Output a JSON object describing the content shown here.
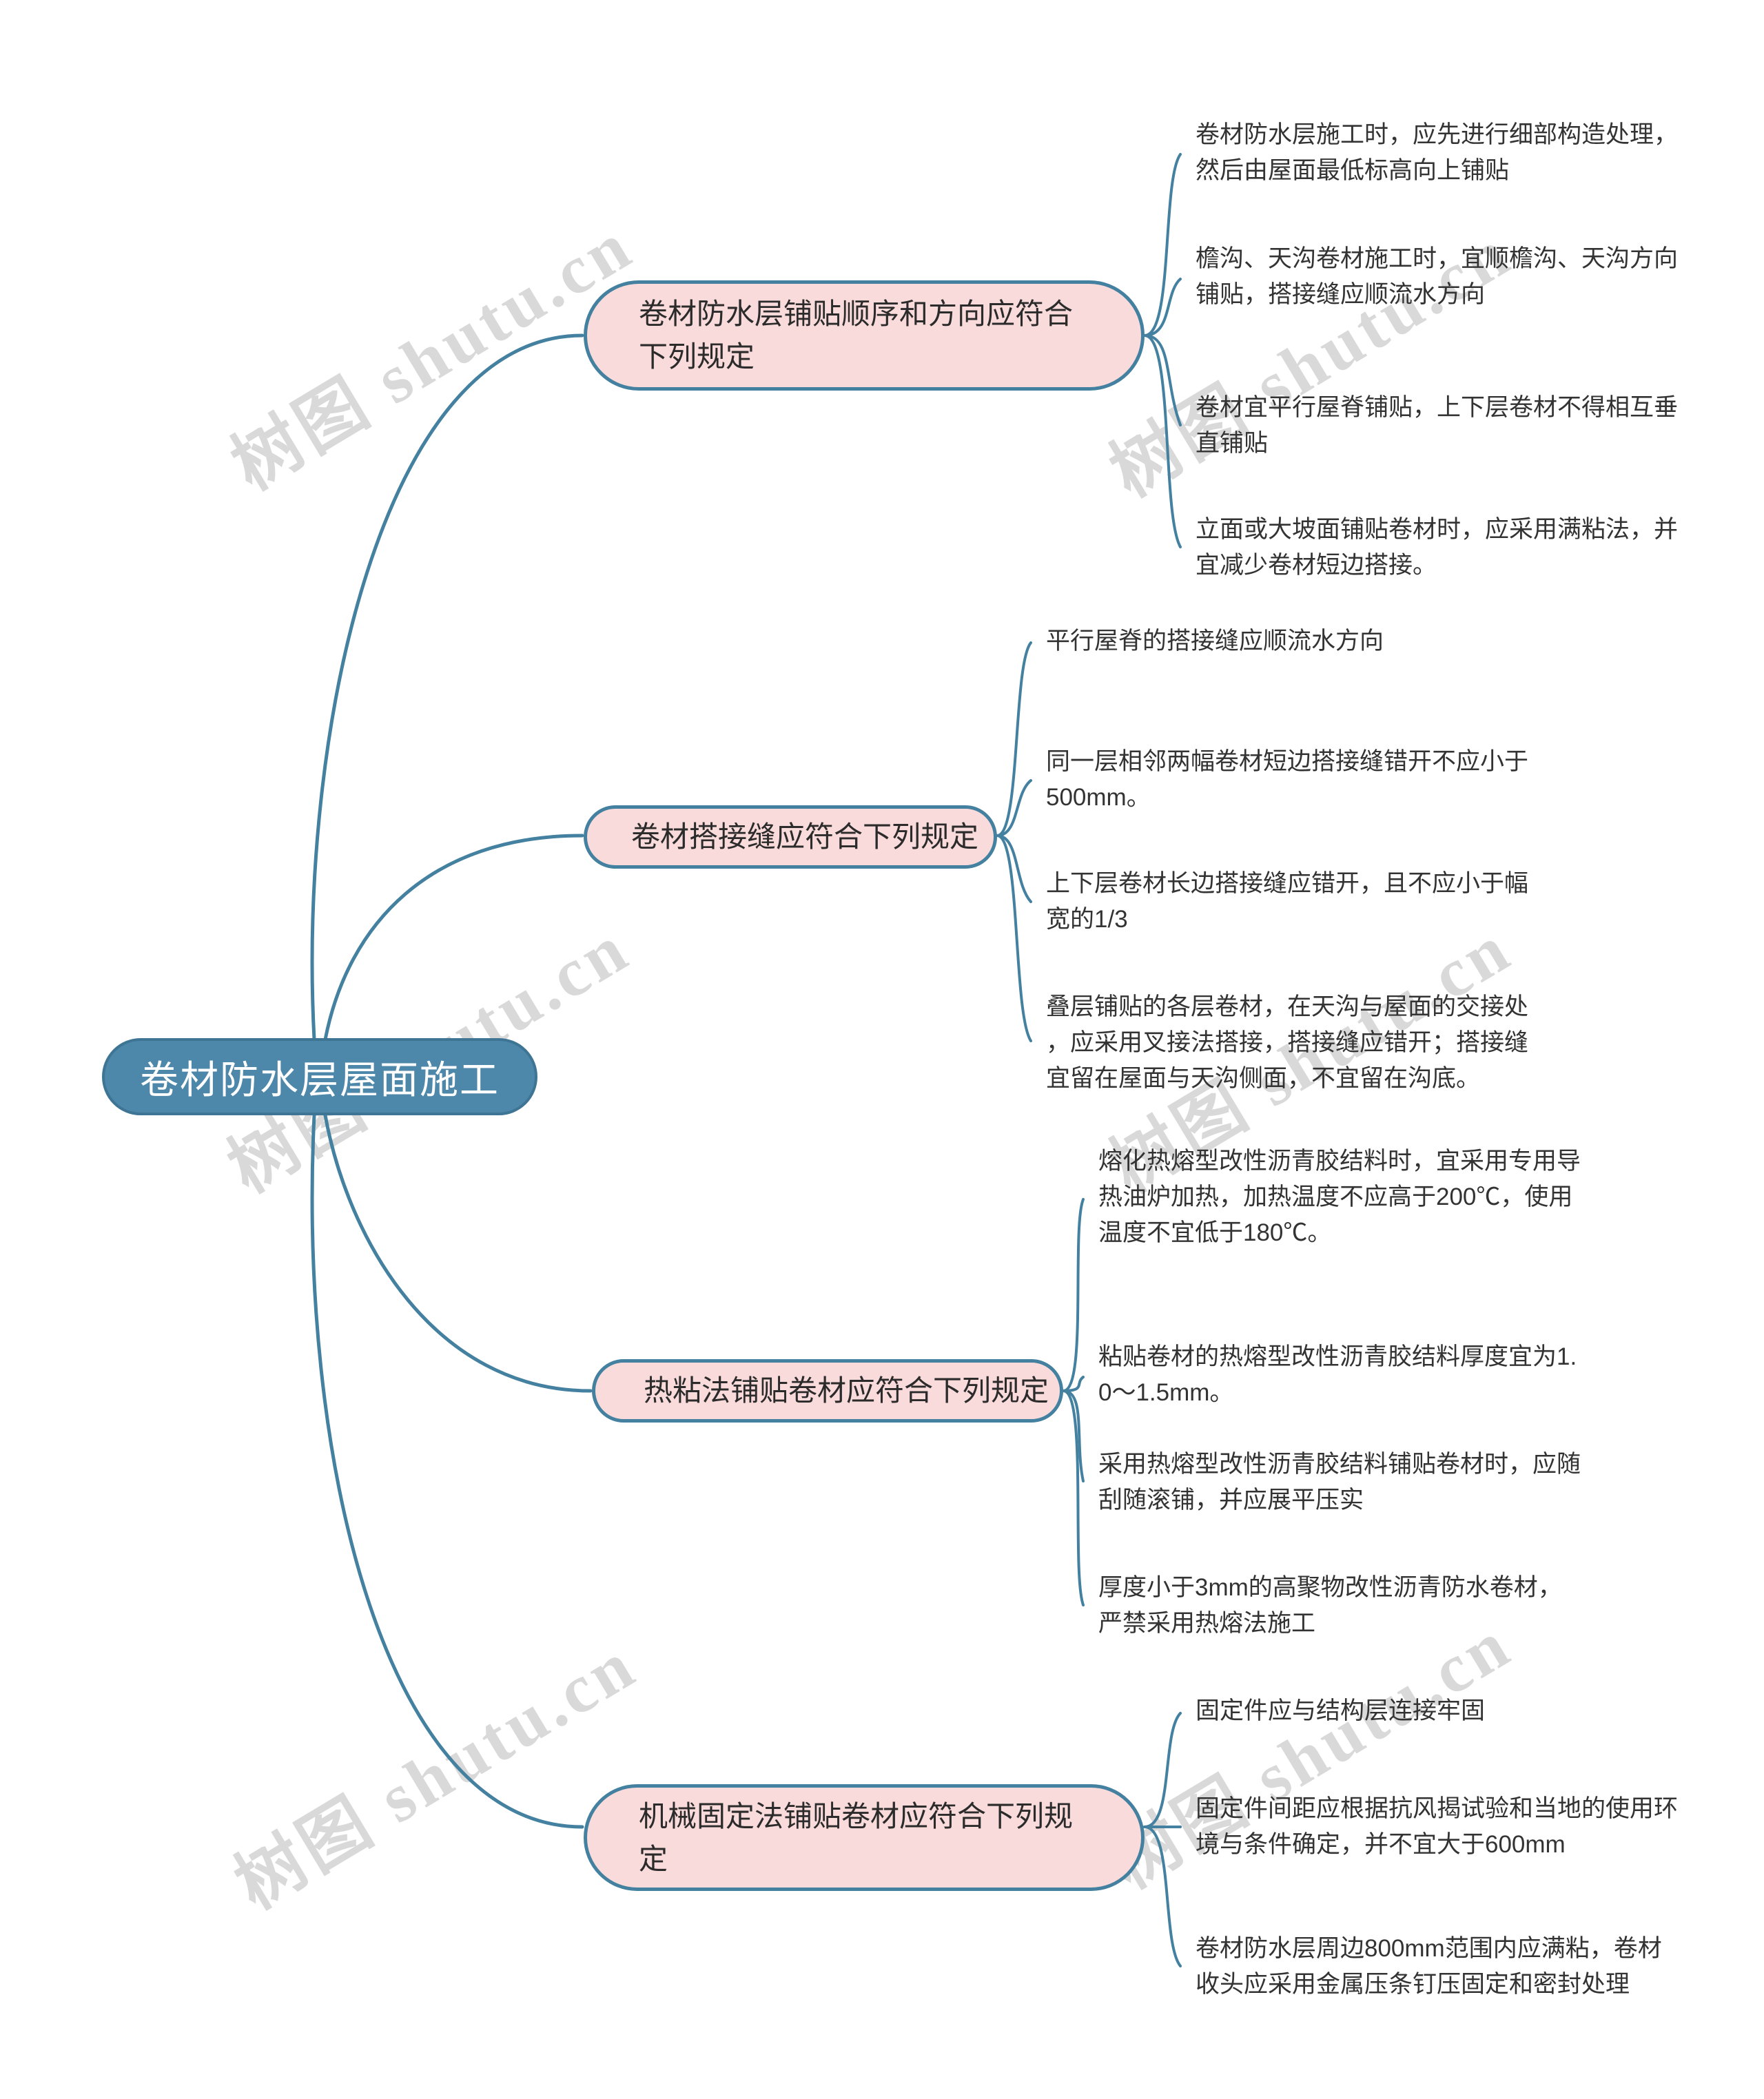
{
  "watermark": {
    "text": "树图 shutu.cn",
    "color": "#d9d9d9"
  },
  "colors": {
    "root_fill": "#4d87a9",
    "root_text": "#ffffff",
    "branch_fill": "#fadbdb",
    "branch_border": "#44809f",
    "connector_line": "#44809f",
    "leaf_text": "#333333"
  },
  "root": {
    "label": "卷材防水层屋面施工"
  },
  "branches": [
    {
      "label": "卷材防水层铺贴顺序和方向应符合\n下列规定",
      "children": [
        "卷材防水层施工时，应先进行细部构造处理，\n然后由屋面最低标高向上铺贴",
        "檐沟、天沟卷材施工时，宜顺檐沟、天沟方向\n铺贴，搭接缝应顺流水方向",
        "卷材宜平行屋脊铺贴，上下层卷材不得相互垂\n直铺贴",
        "立面或大坡面铺贴卷材时，应采用满粘法，并\n宜减少卷材短边搭接。"
      ]
    },
    {
      "label": "卷材搭接缝应符合下列规定",
      "children": [
        "平行屋脊的搭接缝应顺流水方向",
        "同一层相邻两幅卷材短边搭接缝错开不应小于\n500mm。",
        "上下层卷材长边搭接缝应错开，且不应小于幅\n宽的1/3",
        "叠层铺贴的各层卷材，在天沟与屋面的交接处\n，应采用叉接法搭接，搭接缝应错开；搭接缝\n宜留在屋面与天沟侧面，不宜留在沟底。"
      ]
    },
    {
      "label": "热粘法铺贴卷材应符合下列规定",
      "children": [
        "熔化热熔型改性沥青胶结料时，宜采用专用导\n热油炉加热，加热温度不应高于200℃，使用\n温度不宜低于180℃。",
        "粘贴卷材的热熔型改性沥青胶结料厚度宜为1.\n0～1.5mm。",
        "采用热熔型改性沥青胶结料铺贴卷材时，应随\n刮随滚铺，并应展平压实",
        "厚度小于3mm的高聚物改性沥青防水卷材，\n严禁采用热熔法施工"
      ]
    },
    {
      "label": "机械固定法铺贴卷材应符合下列规\n定",
      "children": [
        "固定件应与结构层连接牢固",
        "固定件间距应根据抗风揭试验和当地的使用环\n境与条件确定，并不宜大于600mm",
        "卷材防水层周边800mm范围内应满粘，卷材\n收头应采用金属压条钉压固定和密封处理"
      ]
    }
  ]
}
